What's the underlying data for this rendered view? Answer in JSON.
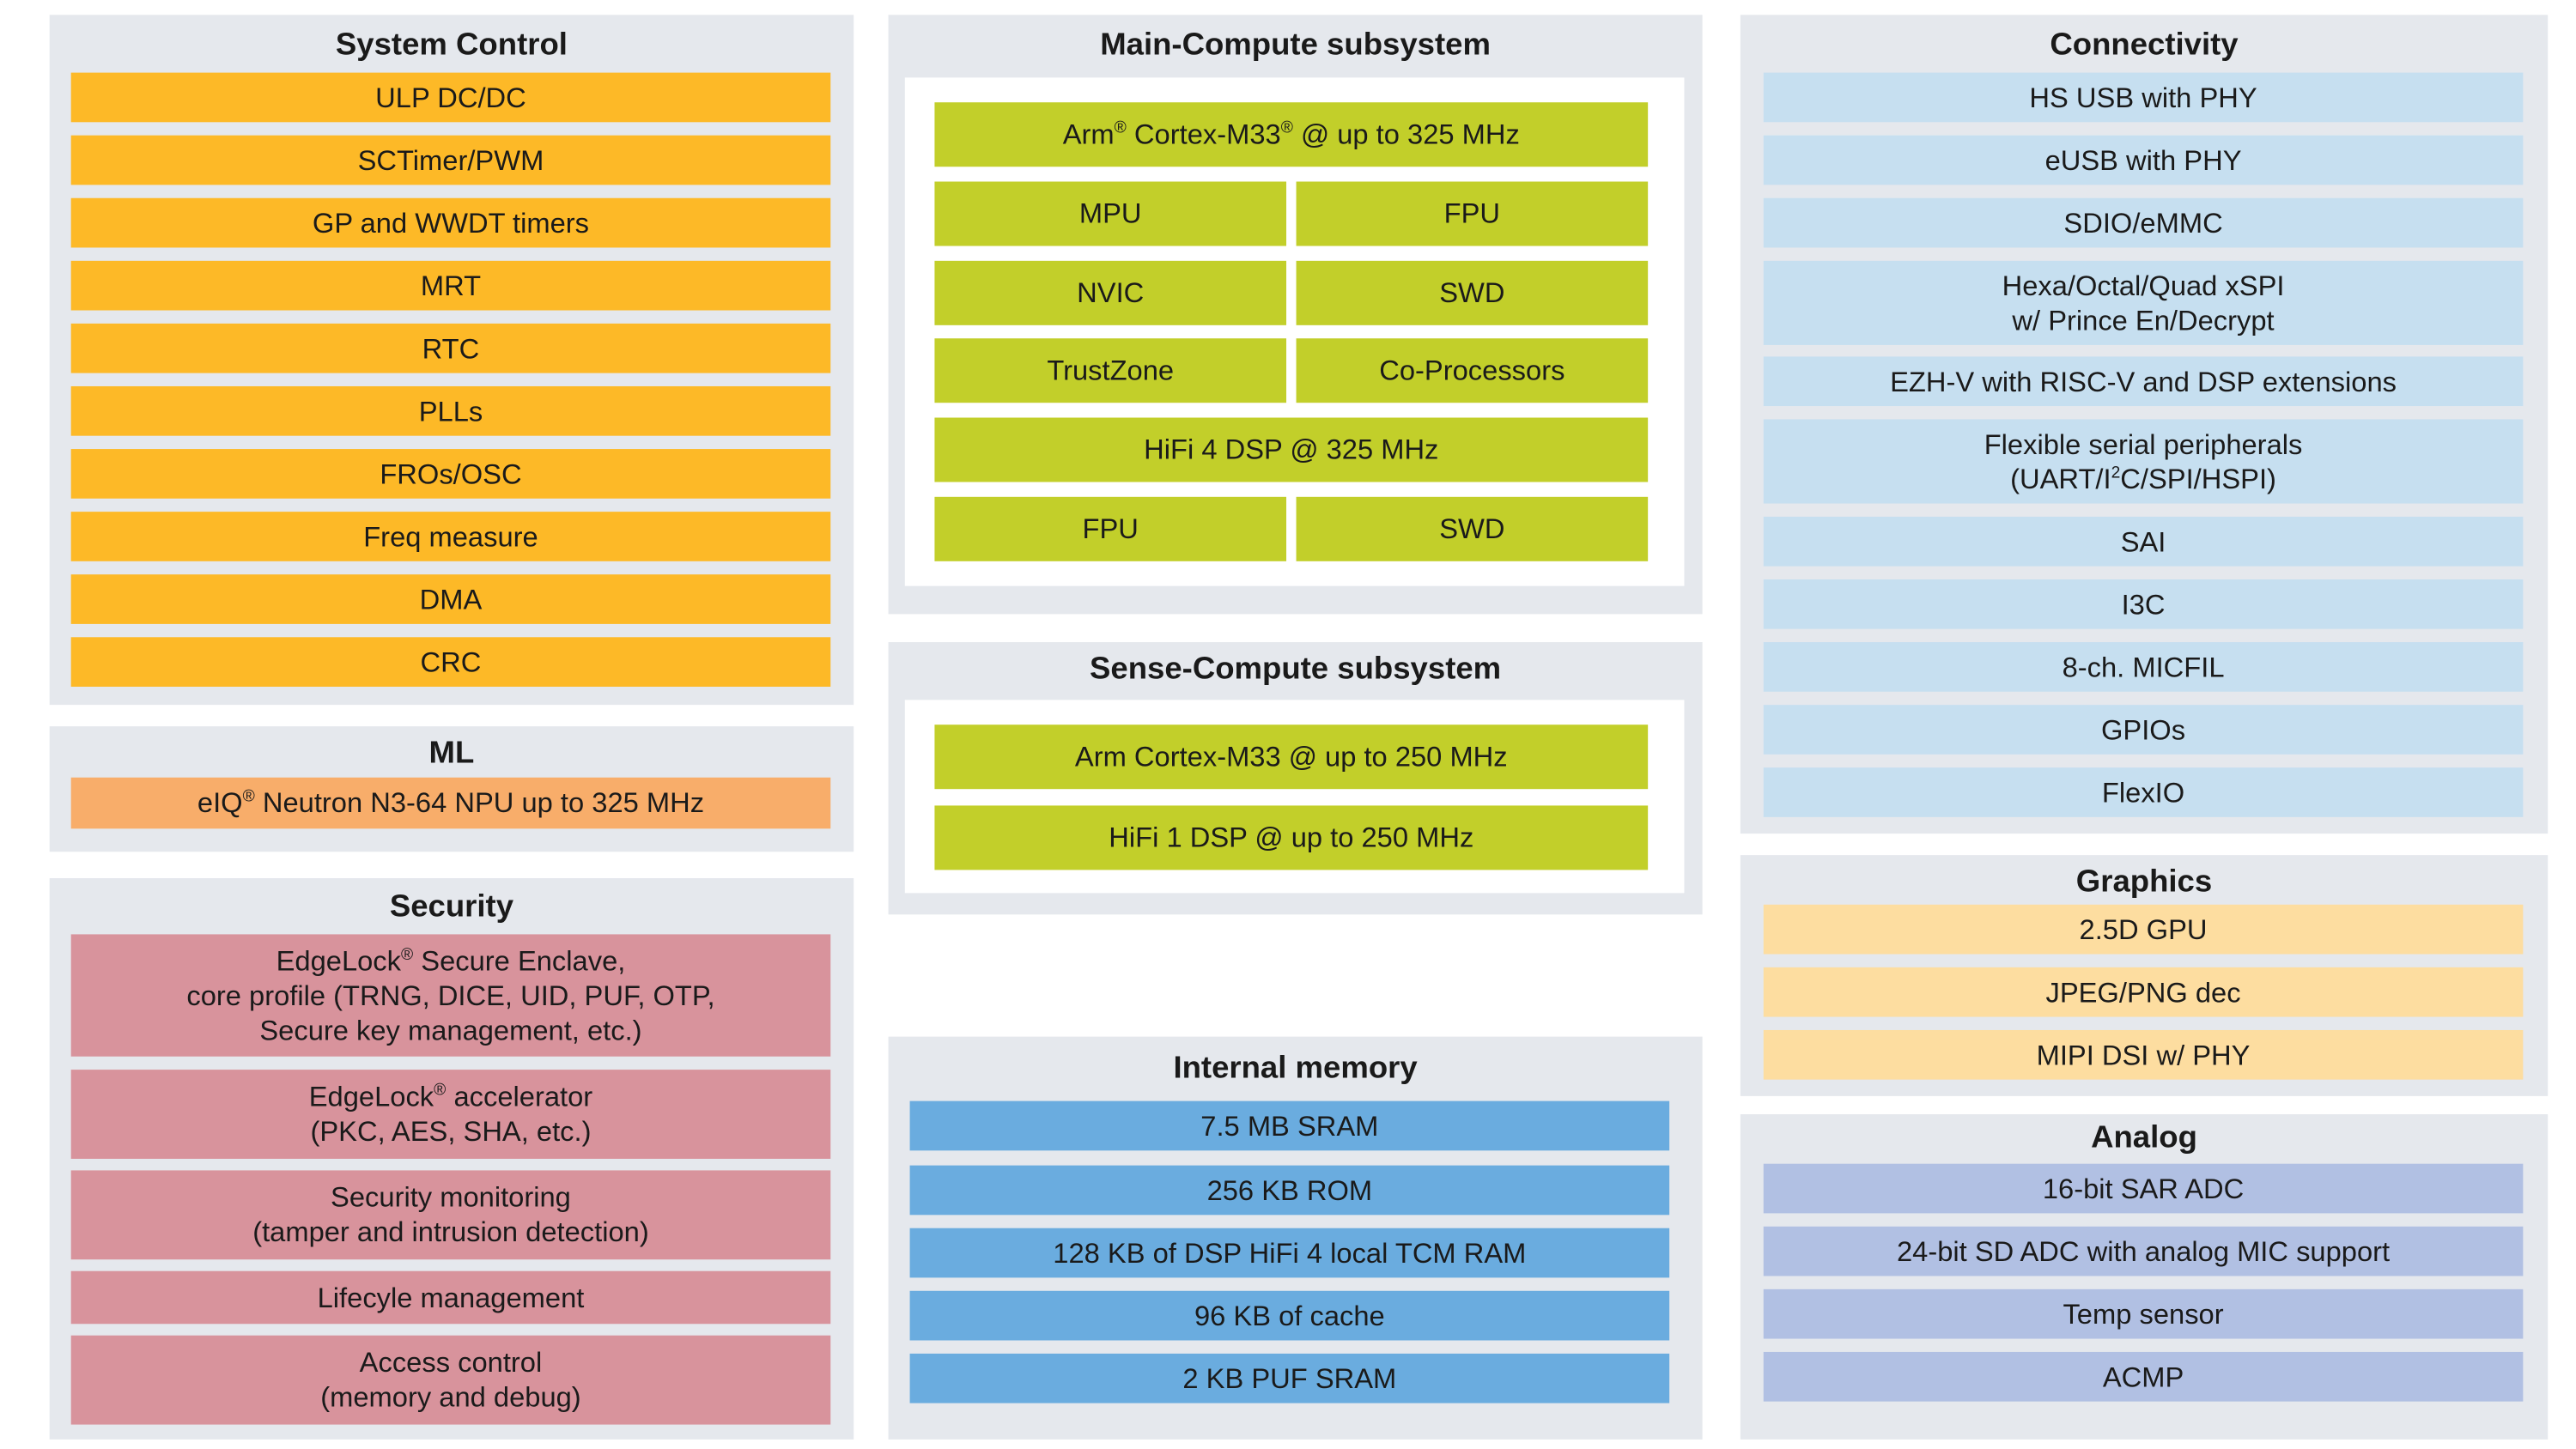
{
  "colors": {
    "panel_bg": "#e5e8ed",
    "system_control": "#fdb927",
    "ml": "#f8ad6a",
    "security": "#d8939c",
    "compute": "#c2cf2a",
    "memory": "#6aacdf",
    "connectivity": "#c6dff0",
    "graphics": "#fddda0",
    "analog": "#b1c0e3"
  },
  "system_control": {
    "title": "System Control",
    "items": [
      "ULP DC/DC",
      "SCTimer/PWM",
      "GP and WWDT timers",
      "MRT",
      "RTC",
      "PLLs",
      "FROs/OSC",
      "Freq measure",
      "DMA",
      "CRC"
    ]
  },
  "ml": {
    "title": "ML",
    "npu_prefix": "eIQ",
    "npu_sup": "®",
    "npu_suffix": " Neutron N3-64 NPU up to 325 MHz"
  },
  "security": {
    "title": "Security",
    "enclave_line1_prefix": "EdgeLock",
    "enclave_line1_sup": "®",
    "enclave_line1_suffix": " Secure Enclave,",
    "enclave_line2": "core profile (TRNG, DICE, UID, PUF, OTP,",
    "enclave_line3": "Secure key management, etc.)",
    "accel_line1_prefix": "EdgeLock",
    "accel_line1_sup": "®",
    "accel_line1_suffix": " accelerator",
    "accel_line2": "(PKC, AES, SHA, etc.)",
    "monitoring": "Security monitoring\n(tamper and intrusion detection)",
    "lifecycle": "Lifecyle management",
    "access": "Access control\n(memory and debug)"
  },
  "main_compute": {
    "title": "Main-Compute subsystem",
    "cpu_prefix": "Arm",
    "cpu_sup1": "®",
    "cpu_mid": " Cortex-M33",
    "cpu_sup2": "®",
    "cpu_suffix": " @ up to 325 MHz",
    "mpu": "MPU",
    "fpu": "FPU",
    "nvic": "NVIC",
    "swd": "SWD",
    "trustzone": "TrustZone",
    "coprocessors": "Co-Processors",
    "dsp": "HiFi 4 DSP @ 325 MHz",
    "dsp_fpu": "FPU",
    "dsp_swd": "SWD"
  },
  "sense_compute": {
    "title": "Sense-Compute subsystem",
    "cpu": "Arm Cortex-M33 @ up to 250 MHz",
    "dsp": "HiFi 1 DSP @ up to 250 MHz"
  },
  "internal_memory": {
    "title": "Internal memory",
    "items": [
      "7.5 MB SRAM",
      "256 KB ROM",
      "128 KB of DSP HiFi 4 local TCM RAM",
      "96 KB of cache",
      "2 KB PUF SRAM"
    ]
  },
  "connectivity": {
    "title": "Connectivity",
    "hs_usb": "HS USB with PHY",
    "eusb": "eUSB with PHY",
    "sdio": "SDIO/eMMC",
    "xspi": "Hexa/Octal/Quad xSPI\nw/ Prince En/Decrypt",
    "ezh": "EZH-V with RISC-V and DSP extensions",
    "flex_line1": "Flexible serial peripherals",
    "flex_line2_prefix": "(UART/I",
    "flex_line2_sup": "2",
    "flex_line2_suffix": "C/SPI/HSPI)",
    "sai": "SAI",
    "i3c": "I3C",
    "micfil": "8-ch. MICFIL",
    "gpios": "GPIOs",
    "flexio": "FlexIO"
  },
  "graphics": {
    "title": "Graphics",
    "items": [
      "2.5D GPU",
      "JPEG/PNG dec",
      "MIPI DSI w/ PHY"
    ]
  },
  "analog": {
    "title": "Analog",
    "items": [
      "16-bit SAR ADC",
      "24-bit SD ADC with analog MIC support",
      "Temp sensor",
      "ACMP"
    ]
  }
}
